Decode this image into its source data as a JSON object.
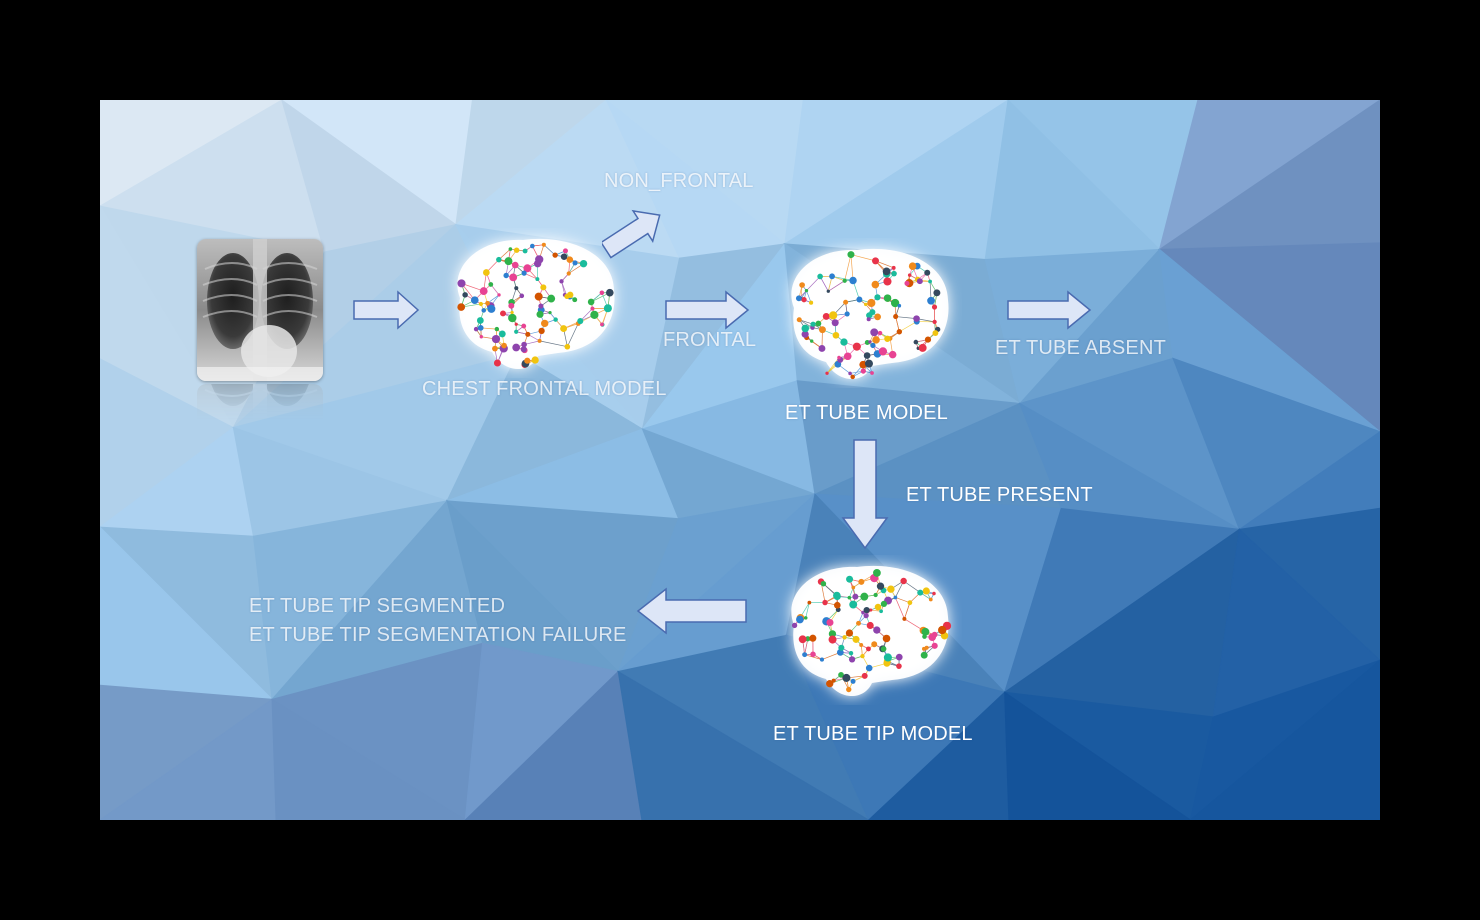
{
  "nodes": {
    "input_image": {
      "icon": "chest-xray-icon"
    },
    "chest_frontal_model": {
      "label": "CHEST FRONTAL MODEL",
      "icon": "neural-network-brain-icon"
    },
    "et_tube_model": {
      "label": "ET TUBE MODEL",
      "icon": "neural-network-brain-icon"
    },
    "et_tube_tip_model": {
      "label": "ET TUBE TIP MODEL",
      "icon": "neural-network-brain-icon"
    }
  },
  "edges": {
    "non_frontal": "NON_FRONTAL",
    "frontal": "FRONTAL",
    "et_tube_absent": "ET TUBE ABSENT",
    "et_tube_present": "ET TUBE PRESENT",
    "outcome_segmented": "ET TUBE TIP SEGMENTED",
    "outcome_failure": "ET TUBE TIP SEGMENTATION FAILURE"
  },
  "colors": {
    "arrow_fill": "#dde6f7",
    "arrow_stroke": "#4a6bb0",
    "node_palette": [
      "#e8334a",
      "#f08a1c",
      "#2fb24a",
      "#2d7fd0",
      "#8e44ad",
      "#e84393",
      "#1abc9c",
      "#34495e",
      "#f1c40f",
      "#d35400"
    ]
  }
}
